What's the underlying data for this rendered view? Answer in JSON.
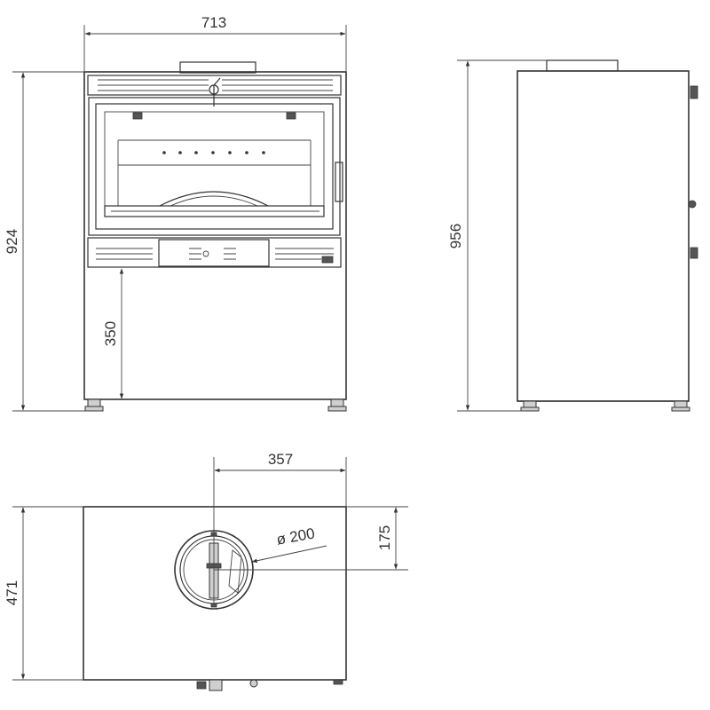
{
  "dimensions": {
    "front_width": "713",
    "front_height": "924",
    "base_height": "350",
    "side_height": "956",
    "flue_offset_x": "357",
    "flue_offset_y": "175",
    "flue_diameter": "ø 200",
    "top_depth": "471"
  },
  "colors": {
    "line": "#333333",
    "background": "#ffffff",
    "part_fill": "#cfcfcf"
  }
}
